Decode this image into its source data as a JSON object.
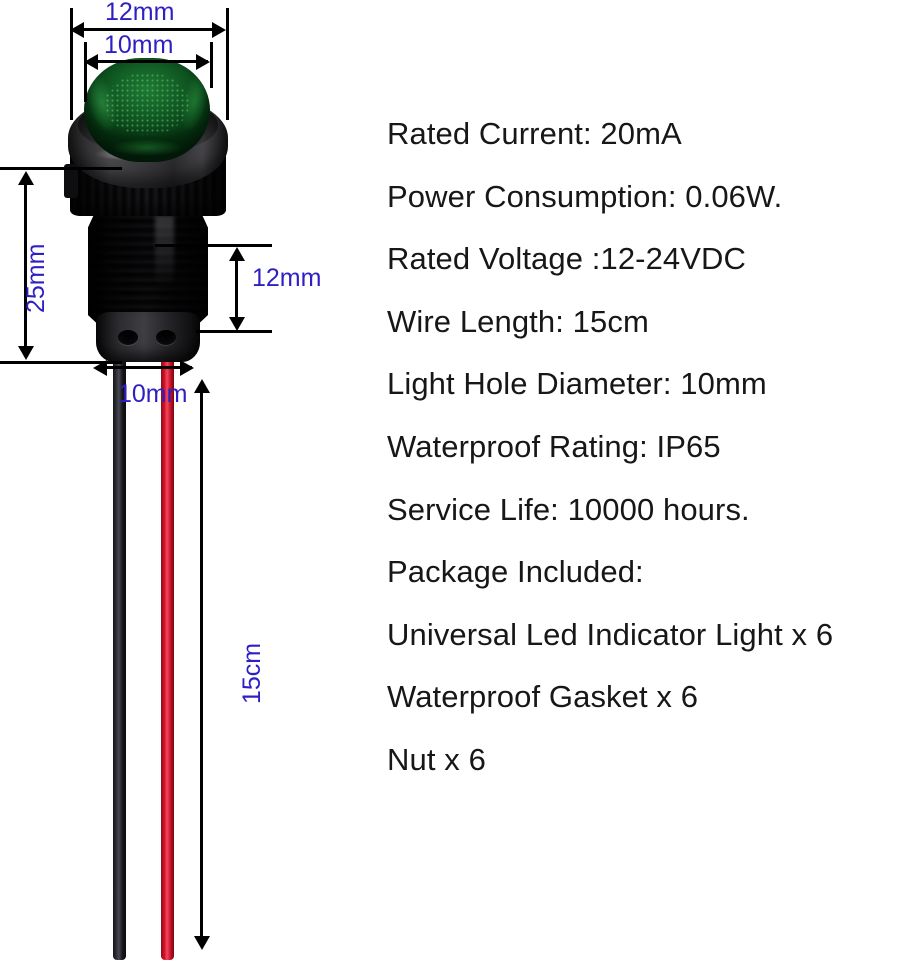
{
  "specs": {
    "lines": [
      "Rated Current: 20mA",
      "Power Consumption: 0.06W.",
      "Rated Voltage :12-24VDC",
      "Wire Length: 15cm",
      "Light Hole Diameter: 10mm",
      "Waterproof Rating: IP65",
      "Service Life: 10000 hours.",
      "Package Included:",
      "Universal Led Indicator Light x 6",
      "Waterproof Gasket x 6",
      "Nut x 6"
    ]
  },
  "product": {
    "name": "universal-led-indicator-light",
    "lens_color": "#136026",
    "body_color": "#1a1a1c",
    "wires": [
      {
        "name": "black-wire",
        "color": "#18181d"
      },
      {
        "name": "red-wire",
        "color": "#d2162c"
      }
    ]
  },
  "dimensions": {
    "annotation_color": "#2e1fc4",
    "items": [
      {
        "name": "bezel-outer-diameter",
        "label": "12mm",
        "orientation": "horizontal"
      },
      {
        "name": "lens-diameter",
        "label": "10mm",
        "orientation": "horizontal"
      },
      {
        "name": "total-body-height",
        "label": "25mm",
        "orientation": "vertical"
      },
      {
        "name": "thread-length",
        "label": "12mm",
        "orientation": "horizontal"
      },
      {
        "name": "thread-diameter",
        "label": "10mm",
        "orientation": "horizontal"
      },
      {
        "name": "wire-length",
        "label": "15cm",
        "orientation": "vertical"
      }
    ]
  }
}
